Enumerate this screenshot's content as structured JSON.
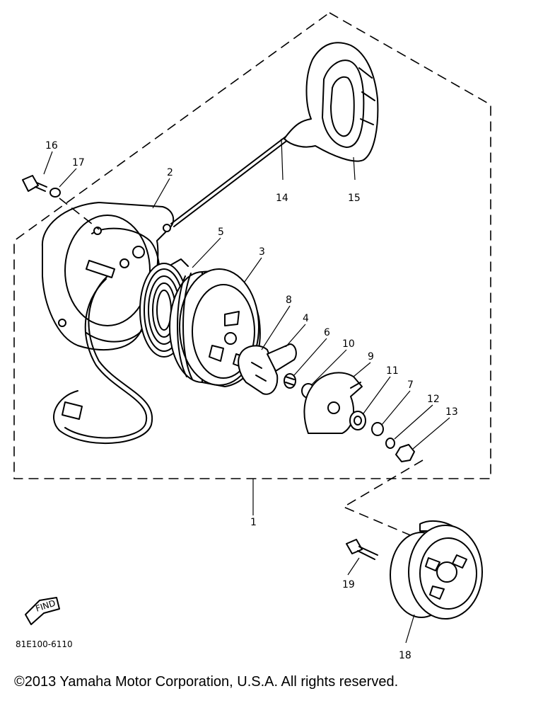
{
  "labels": {
    "p1": "1",
    "p2": "2",
    "p3": "3",
    "p4": "4",
    "p5": "5",
    "p6": "6",
    "p7": "7",
    "p8": "8",
    "p9": "9",
    "p10": "10",
    "p11": "11",
    "p12": "12",
    "p13": "13",
    "p14": "14",
    "p15": "15",
    "p16": "16",
    "p17": "17",
    "p18": "18",
    "p19": "19"
  },
  "find_badge": "FIND",
  "diagram_code": "81E100-6110",
  "copyright": "©2013 Yamaha Motor Corporation, U.S.A. All rights reserved."
}
